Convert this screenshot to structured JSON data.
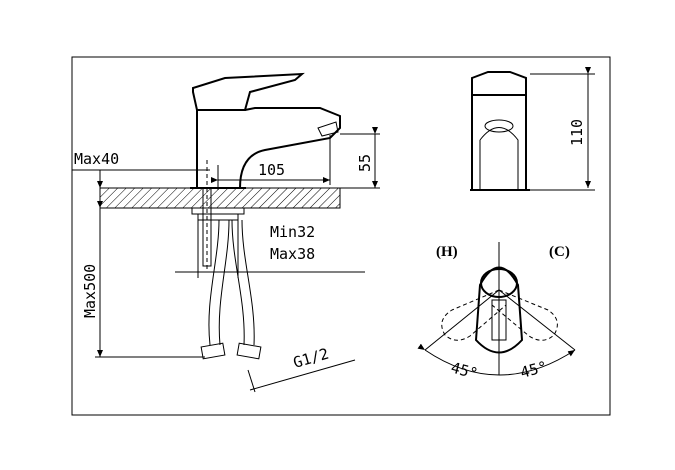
{
  "dimensions": {
    "max_deck": "Max40",
    "spout_reach": "105",
    "spout_height": "55",
    "total_height": "110",
    "hole_min": "Min32",
    "hole_max": "Max38",
    "hose_length": "Max500",
    "thread": "G1/2",
    "angle_left": "45°",
    "angle_right": "45°"
  },
  "labels": {
    "hot": "(H)",
    "cold": "(C)"
  }
}
